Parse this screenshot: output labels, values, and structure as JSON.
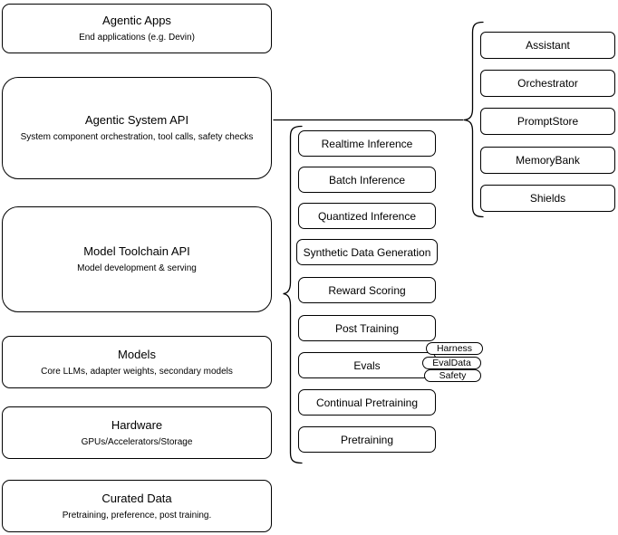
{
  "canvas": {
    "background": "#ffffff",
    "stroke_color": "#000000",
    "text_color": "#000000"
  },
  "left_stack": [
    {
      "title": "Agentic Apps",
      "subtitle": "End applications (e.g. Devin)"
    },
    {
      "title": "Agentic System API",
      "subtitle": "System component orchestration, tool calls, safety checks"
    },
    {
      "title": "Model Toolchain API",
      "subtitle": "Model development & serving"
    },
    {
      "title": "Models",
      "subtitle": "Core LLMs, adapter weights, secondary models"
    },
    {
      "title": "Hardware",
      "subtitle": "GPUs/Accelerators/Storage"
    },
    {
      "title": "Curated Data",
      "subtitle": "Pretraining, preference, post training."
    }
  ],
  "toolchain_components": [
    "Realtime Inference",
    "Batch Inference",
    "Quantized Inference",
    "Synthetic Data Generation",
    "Reward Scoring",
    "Post Training",
    "Evals",
    "Continual Pretraining",
    "Pretraining"
  ],
  "evals_tags": [
    "Harness",
    "EvalData",
    "Safety"
  ],
  "system_components": [
    "Assistant",
    "Orchestrator",
    "PromptStore",
    "MemoryBank",
    "Shields"
  ]
}
